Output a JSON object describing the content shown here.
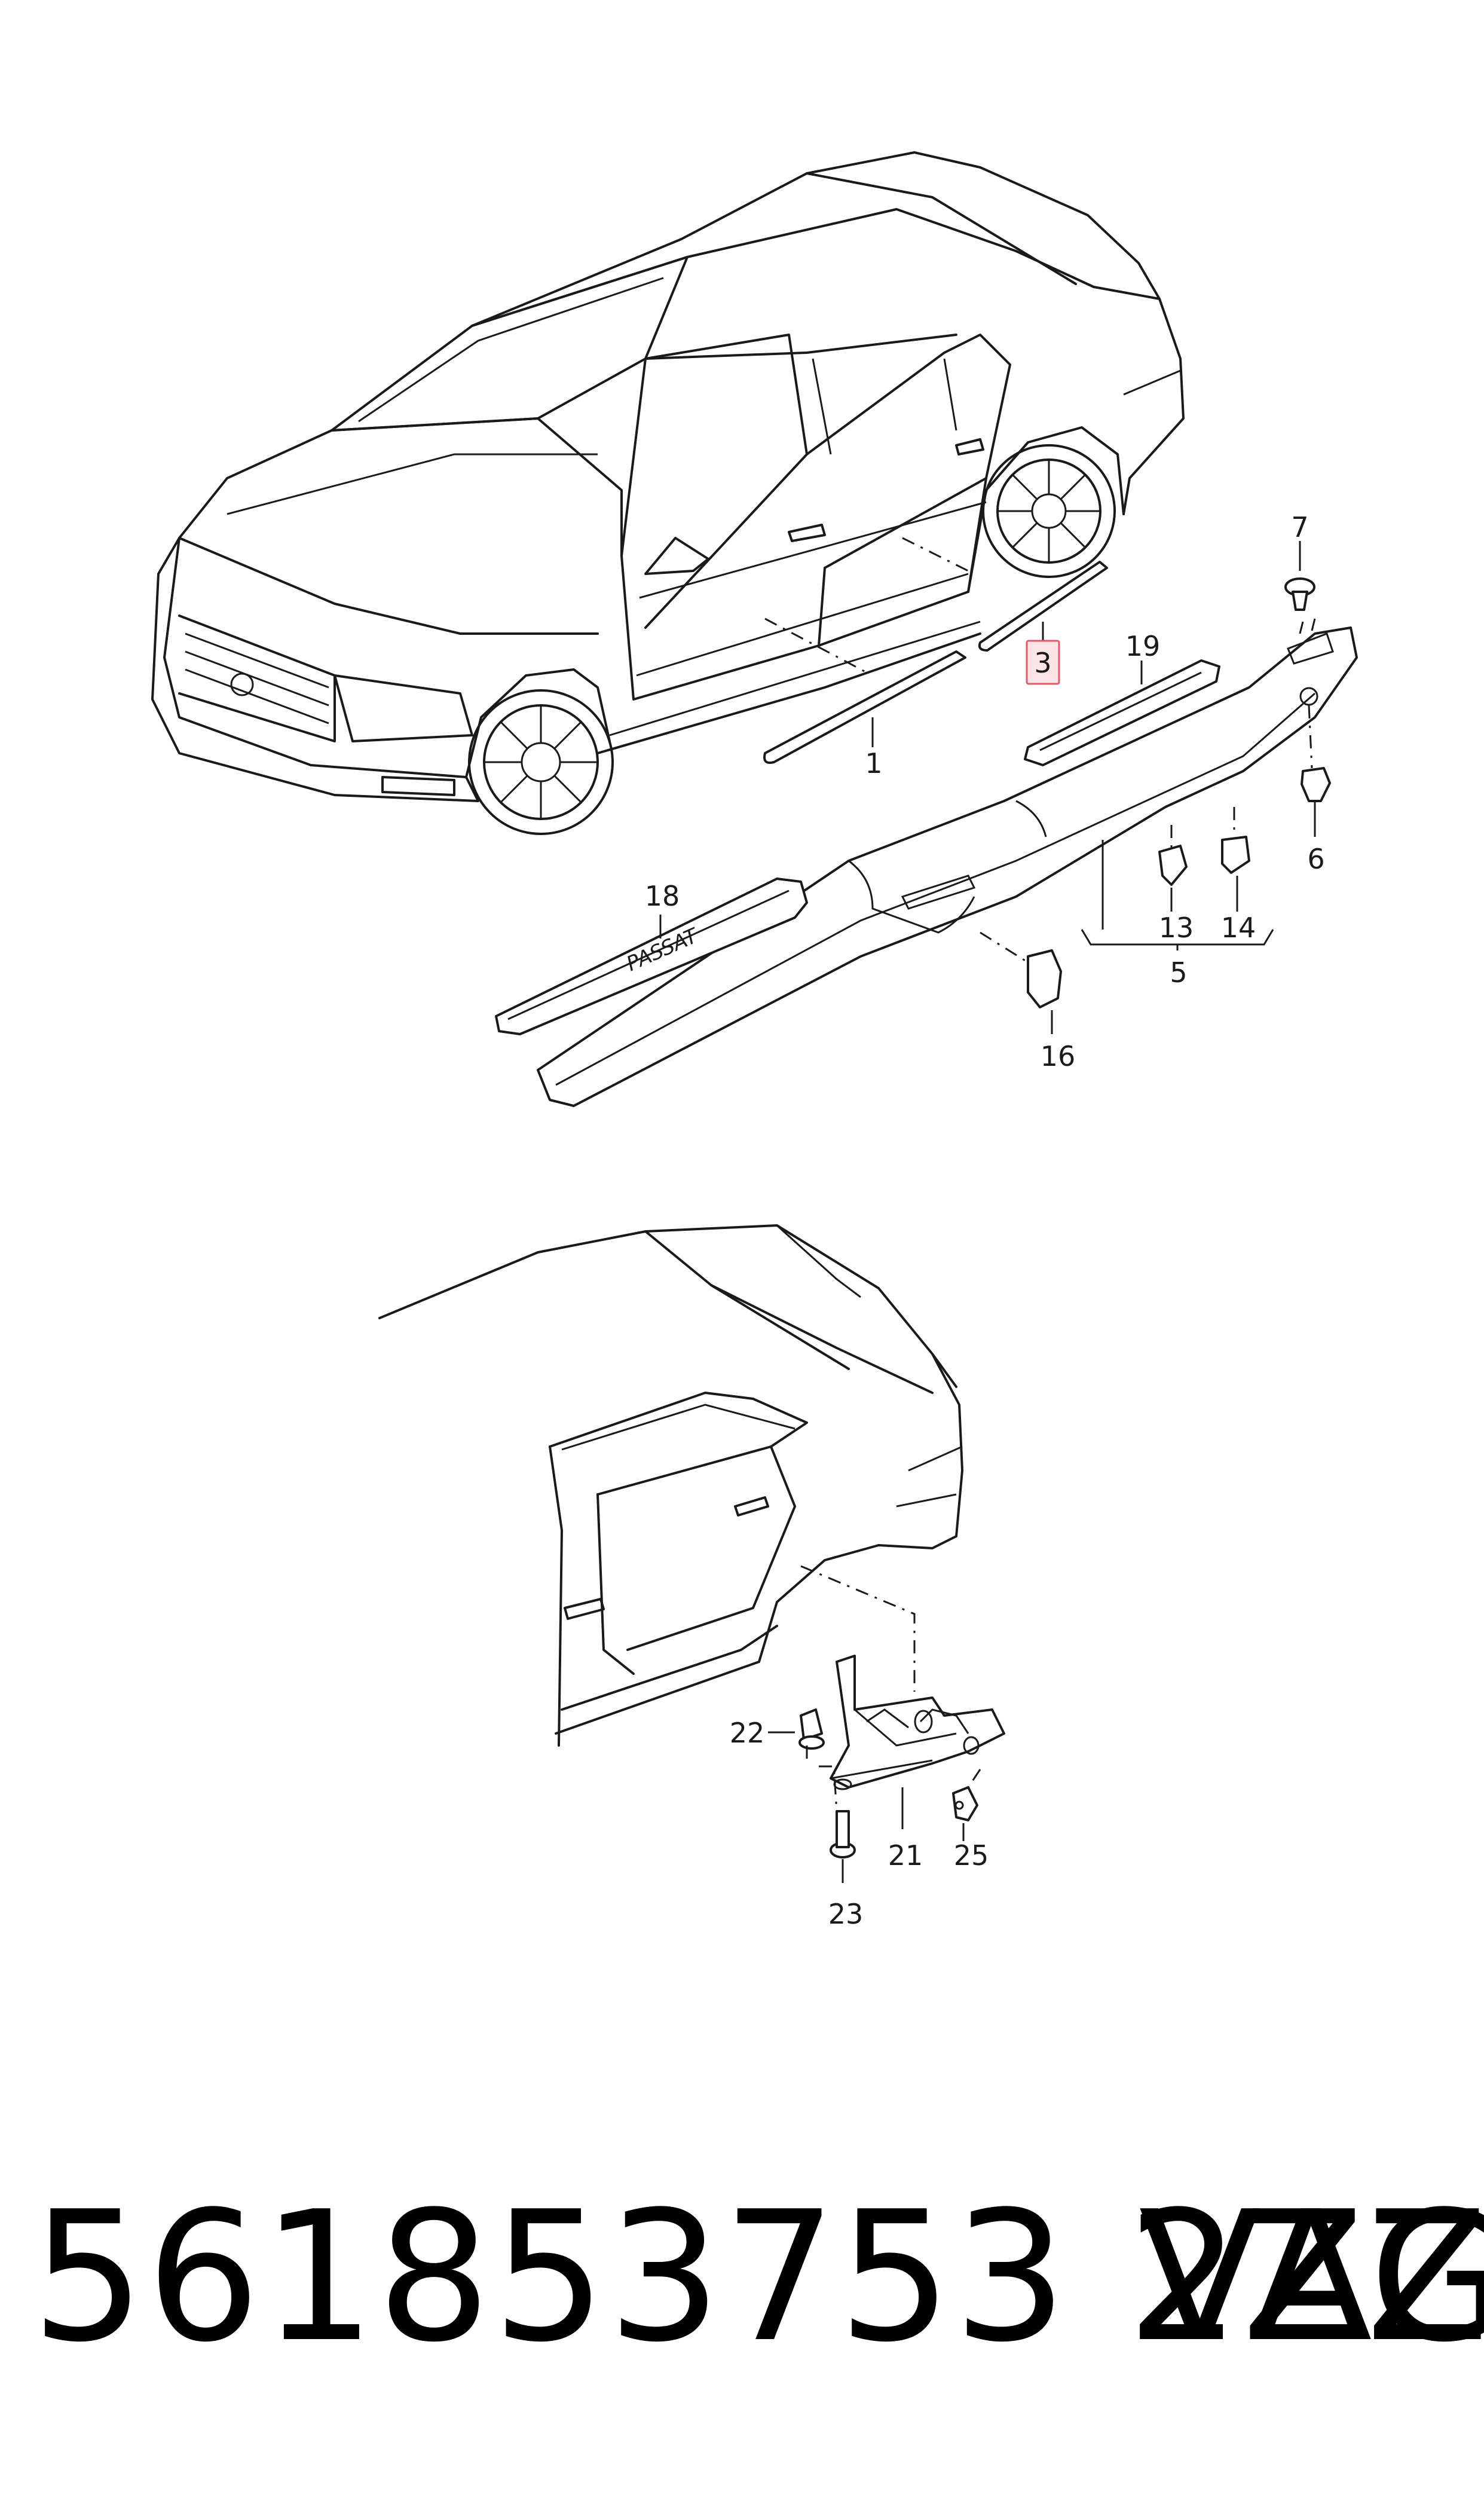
{
  "diagram": {
    "callouts": {
      "c1": "1",
      "c3": "3",
      "c5": "5",
      "c6": "6",
      "c7": "7",
      "c13": "13",
      "c14": "14",
      "c16": "16",
      "c18": "18",
      "c19": "19",
      "c21": "21",
      "c22": "22",
      "c23": "23",
      "c25": "25"
    },
    "sill_badge": "PASSAT",
    "highlighted_callout": "3",
    "highlight_color": "#fde4e6"
  },
  "footer": {
    "part_number": "561853753 2ZZ",
    "brand": "VAG"
  }
}
